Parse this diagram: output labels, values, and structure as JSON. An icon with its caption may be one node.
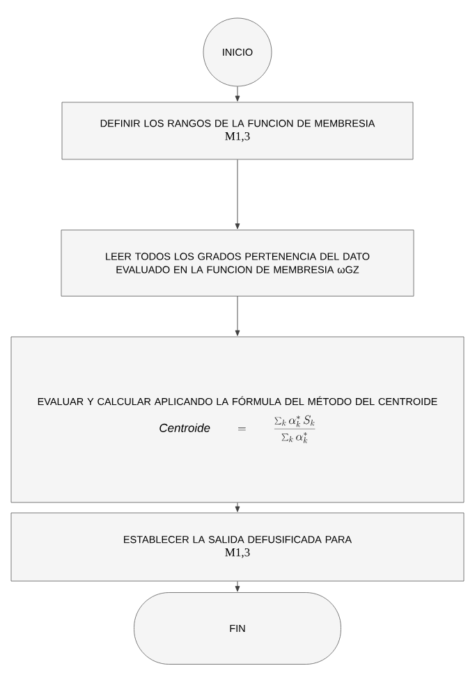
{
  "diagram": {
    "nodes": [
      {
        "text": [
          "INICIO"
        ]
      },
      {
        "text": [
          "DEFINIR LOS RANGOS DE LA FUNCION DE MEMBRESIA",
          "M1,3"
        ]
      },
      {
        "text": [
          "LEER TODOS LOS GRADOS PERTENENCIA DEL DATO EVALUADO EN LA FUNCION DE MEMBRESIA ωGZ"
        ]
      },
      {
        "text": [
          "EVALUAR Y CALCULAR APLICANDO LA FÓRMULA DEL MÉTODO DEL CENTROIDE",
          "\\mathit{Centroide} = \\frac{\\sum_k \\alpha_k^{*}\\, S_k}{\\sum_k \\alpha_k^{*}}"
        ]
      },
      {
        "text": [
          "ESTABLECER LA SALIDA DEFUSIFICADA PARA",
          "M1,3"
        ]
      },
      {
        "text": [
          "FIN"
        ]
      }
    ],
    "edges": [
      {
        "from": 0,
        "to": 1,
        "arrow": "to"
      },
      {
        "from": 1,
        "to": 2,
        "arrow": "to"
      },
      {
        "from": 2,
        "to": 3,
        "arrow": "to"
      },
      {
        "from": 3,
        "to": 4,
        "arrow": "to"
      },
      {
        "from": 4,
        "to": 5,
        "arrow": "to"
      }
    ]
  }
}
